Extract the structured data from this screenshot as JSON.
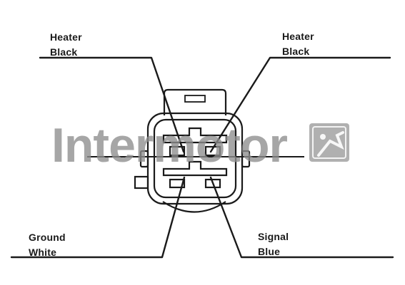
{
  "labels": {
    "top_left": {
      "line1": "Heater",
      "line2": "Black"
    },
    "top_right": {
      "line1": "Heater",
      "line2": "Black"
    },
    "bottom_left": {
      "line1": "Ground",
      "line2": "White"
    },
    "bottom_right": {
      "line1": "Signal",
      "line2": "Blue"
    }
  },
  "watermark": {
    "text": "Intermotor"
  },
  "colors": {
    "ink": "#1a1a1a",
    "watermark_gray": "#8e8e8e",
    "logo_box": "#9a9a9a"
  },
  "icons": {
    "logo": "intermotor-logo-icon"
  }
}
